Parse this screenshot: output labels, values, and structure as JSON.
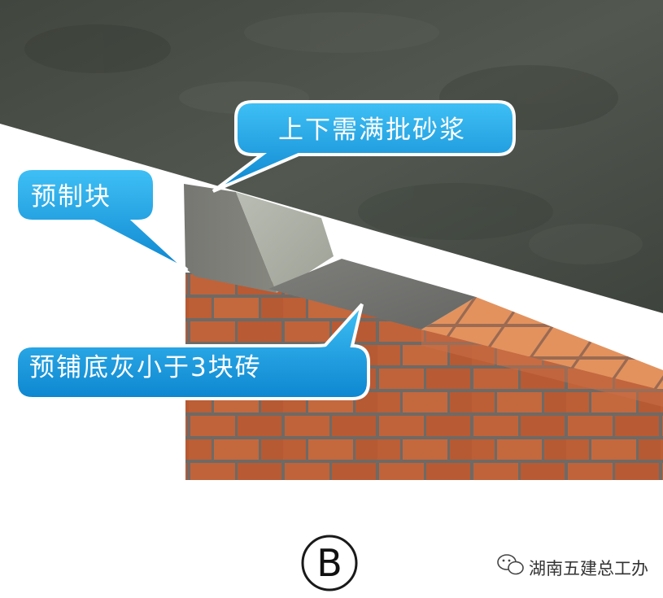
{
  "callouts": {
    "top": "上下需满批砂浆",
    "left": "预制块",
    "bottom": "预铺底灰小于3块砖"
  },
  "marker": "B",
  "watermark": "湖南五建总工办",
  "colors": {
    "concrete": "#4a4f47",
    "brick": "#c2633a",
    "brick_top": "#e08a5a",
    "mortar": "#7b7b78",
    "precast_block": "#8d8d88",
    "callout_fill": "#1ea6e6",
    "callout_stroke": "#ffffff"
  }
}
